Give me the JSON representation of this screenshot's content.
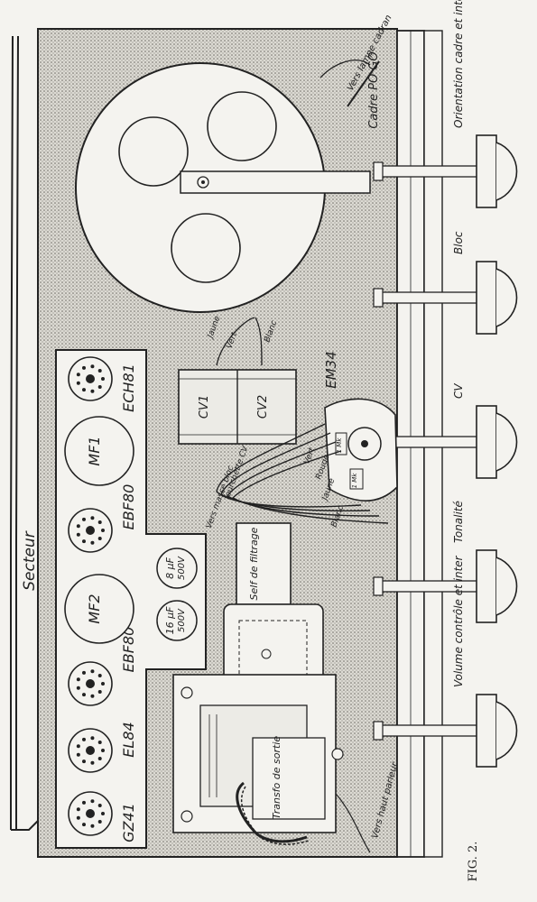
{
  "figure_label": "FIG. 2.",
  "secteur_label": "Secteur",
  "cadre_label": "Cadre PO GO",
  "vers_lampe_label": "Vers lampe cadran",
  "tubes": [
    "ECH81",
    "EBF80",
    "EBF80",
    "EL84",
    "GZ41"
  ],
  "transformers": [
    "MF1",
    "MF2"
  ],
  "capacitors": [
    {
      "value": "8 µF",
      "voltage": "500V"
    },
    {
      "value": "16 µF",
      "voltage": "500V"
    }
  ],
  "cv_sections": [
    "CV1",
    "CV2"
  ],
  "eye_tube": "EM34",
  "self_label": "Self de filtrage",
  "transfo_label": "Transfo de sortie",
  "fourchette_label": "fourchette CV",
  "vers_masse_label": "Vers masse bloc",
  "wires": {
    "left_top": [
      "Jaune",
      "Vert"
    ],
    "right_top": "Blanc",
    "eye_tube": [
      "Vert",
      "Rouge",
      "Jaune",
      "Blanc"
    ],
    "hp": "Vers haut parleur"
  },
  "eye_pins": [
    "1 Mk",
    "1 Mk"
  ],
  "controls": [
    "Orientation cadre et inter. antenne",
    "Bloc",
    "CV",
    "Tonalité",
    "Volume contrôle et inter"
  ]
}
